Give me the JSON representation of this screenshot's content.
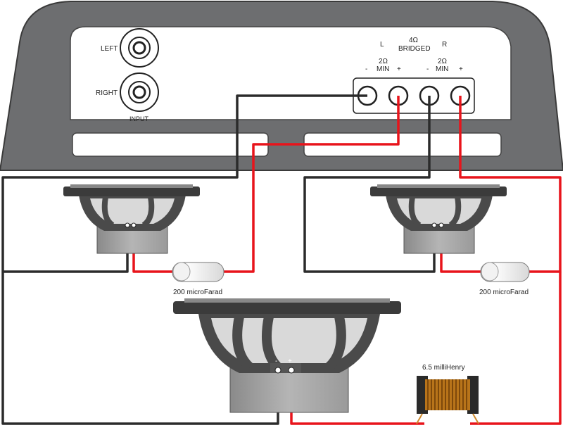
{
  "amplifier": {
    "input_left": "LEFT",
    "input_right": "RIGHT",
    "input_label": "INPUT",
    "channel_left": "L",
    "channel_right": "R",
    "bridged_ohms": "4Ω",
    "bridged_label": "BRIDGED",
    "left_ohms": "2Ω",
    "left_min": "MIN",
    "right_ohms": "2Ω",
    "right_min": "MIN",
    "minus": "-",
    "plus": "+"
  },
  "components": {
    "cap_left": "200 microFarad",
    "cap_right": "200 microFarad",
    "inductor": "6.5 milliHenry"
  },
  "woofer": {
    "minus": "-",
    "plus": "+"
  },
  "colors": {
    "positive": "#e8141b",
    "negative": "#2b2b2b",
    "amp_body": "#6d6e70"
  }
}
